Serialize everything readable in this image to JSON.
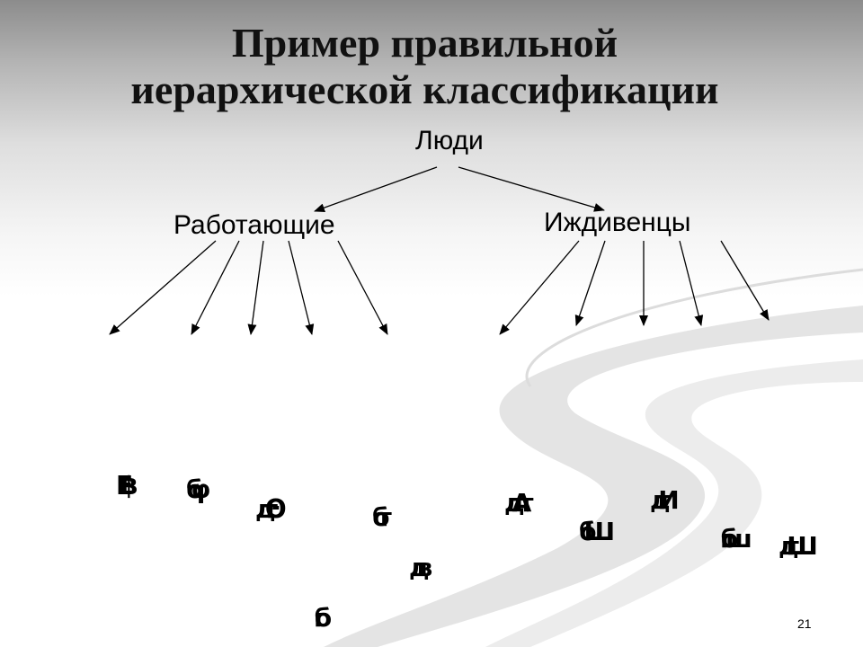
{
  "slide": {
    "title_line1": "Пример правильной",
    "title_line2": "иерархической классификации",
    "page_number": "21"
  },
  "hierarchy": {
    "root": "Люди",
    "children": [
      "Работающие",
      "Иждивенцы"
    ]
  },
  "garbled_leaves": [
    {
      "id": "g1",
      "text": "Ε฿"
    },
    {
      "id": "g2",
      "text": "бφ"
    },
    {
      "id": "g3",
      "text": "дтΘ"
    },
    {
      "id": "g4",
      "text": "бт"
    },
    {
      "id": "g5",
      "text": "дв"
    },
    {
      "id": "g6",
      "text": "гб"
    },
    {
      "id": "g7",
      "text": "дАт"
    },
    {
      "id": "g8",
      "text": "бШ"
    },
    {
      "id": "g9",
      "text": "дгИ"
    },
    {
      "id": "g10",
      "text": "гбш"
    },
    {
      "id": "g11",
      "text": "дгШ"
    }
  ],
  "colors": {
    "text": "#000000",
    "swoosh": "#d4d4d4"
  }
}
